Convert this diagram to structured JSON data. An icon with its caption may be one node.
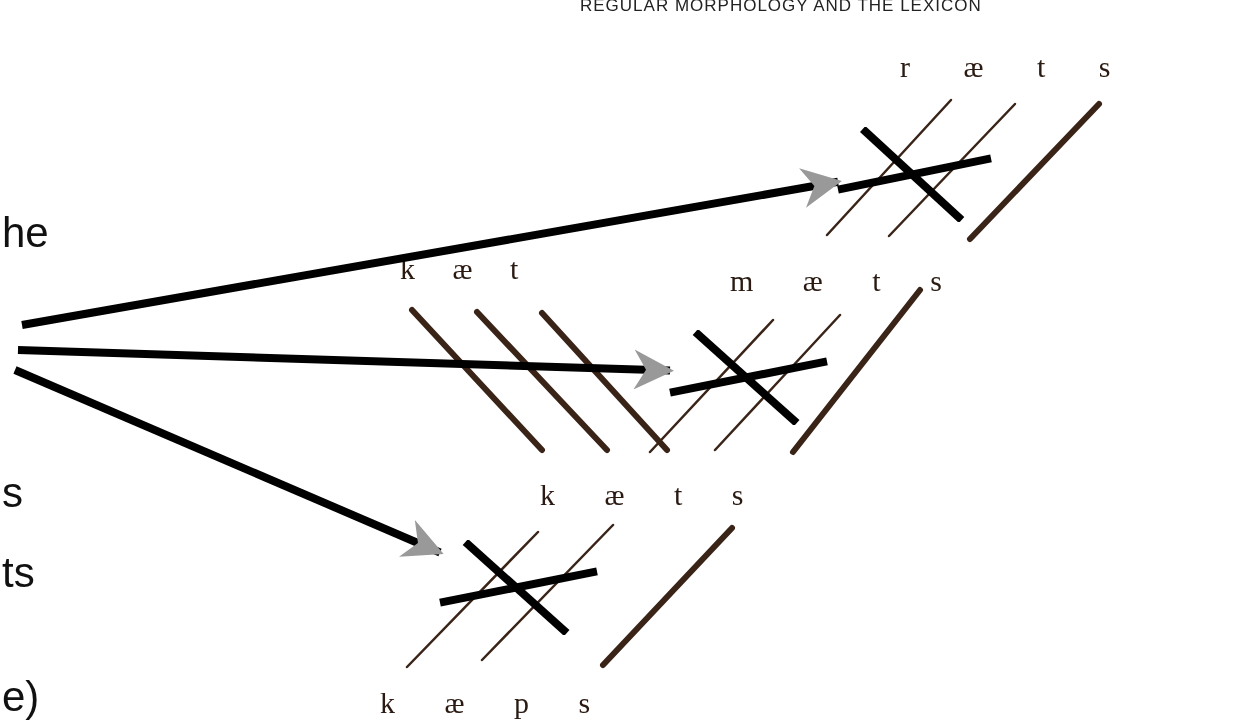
{
  "diagram": {
    "nodes": [
      {
        "text": [],
        "shape": "cross"
      },
      {
        "text": [],
        "shape": "cross"
      },
      {
        "text": [],
        "shape": "cross"
      }
    ],
    "edges": [
      {
        "from": null,
        "to": 0,
        "arrow": "to"
      },
      {
        "from": null,
        "to": 1,
        "arrow": "to"
      },
      {
        "from": null,
        "to": 2,
        "arrow": "to"
      }
    ],
    "labels": [
      "REGULAR MORPHOLOGY AND THE LEXICON",
      "r æ t s",
      "he",
      "k æ t",
      "m æ t s",
      "k æ t s",
      "s",
      "ts",
      "k æ p s",
      "e)"
    ]
  }
}
